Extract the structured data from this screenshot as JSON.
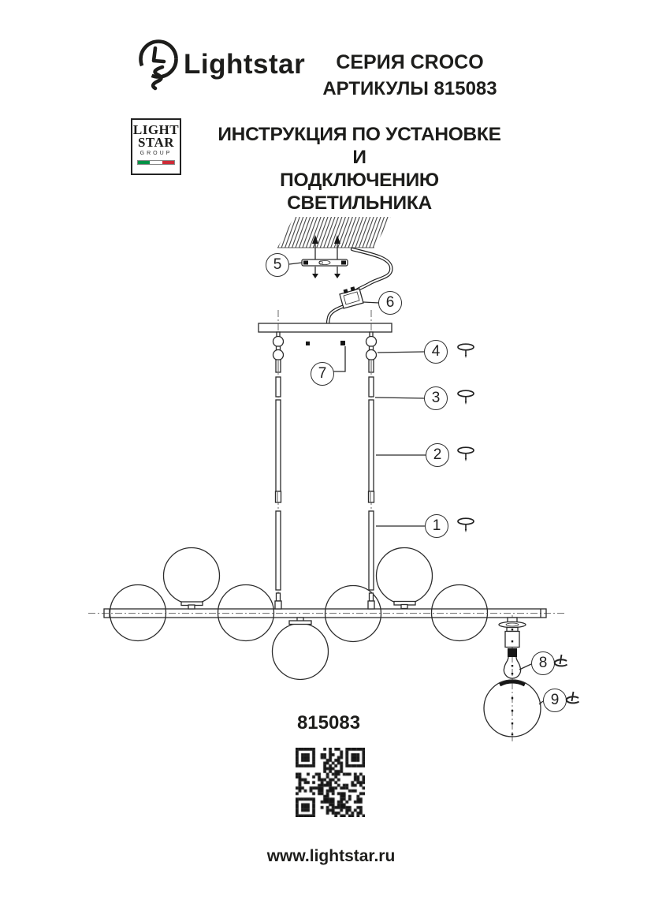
{
  "page": {
    "background": "#ffffff",
    "ink": "#1d1d1b"
  },
  "header": {
    "brand": "Lightstar",
    "series_label": "СЕРИЯ CROCO",
    "articles_label": "АРТИКУЛЫ 815083",
    "group_badge": {
      "line1": "LIGHT",
      "line2": "STAR",
      "line3": "GROUP",
      "flag_colors": {
        "left": "#009246",
        "middle": "#ffffff",
        "right": "#ce2b37"
      }
    },
    "title_line1": "ИНСТРУКЦИЯ ПО УСТАНОВКЕ И",
    "title_line2": "ПОДКЛЮЧЕНИЮ СВЕТИЛЬНИКА"
  },
  "diagram": {
    "description": "Exploded installation drawing of linear chandelier with glass globes",
    "callouts": {
      "c1": "1",
      "c2": "2",
      "c3": "3",
      "c4": "4",
      "c5": "5",
      "c6": "6",
      "c7": "7",
      "c8": "8",
      "c9": "9"
    },
    "callout_icons": {
      "c1": "screw-icon",
      "c2": "screw-icon",
      "c3": "screw-icon",
      "c4": "screw-icon",
      "c8": "twist-pin-icon",
      "c9": "twist-pin-icon"
    }
  },
  "footer": {
    "article_number": "815083",
    "website": "www.lightstar.ru"
  }
}
